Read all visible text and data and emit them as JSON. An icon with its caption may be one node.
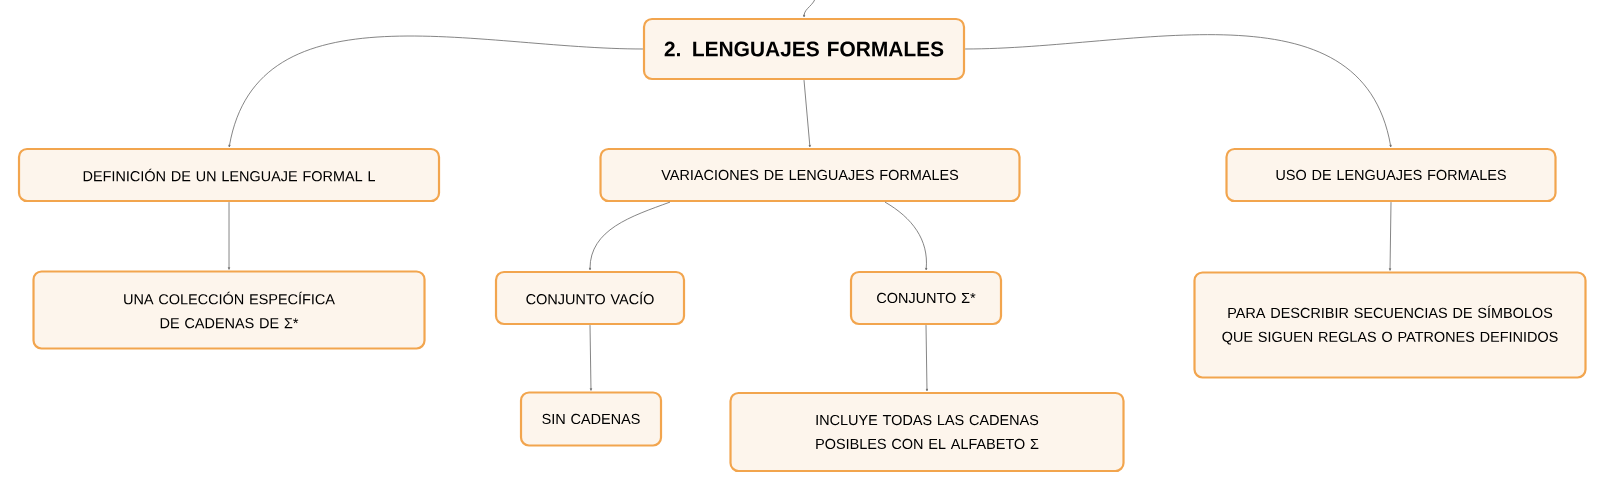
{
  "diagram": {
    "nodes": [
      {
        "text": [
          "2. LENGUAJES FORMALES"
        ]
      },
      {
        "text": [
          "DEFINICIÓN DE UN LENGUAJE FORMAL L"
        ]
      },
      {
        "text": [
          "VARIACIONES DE LENGUAJES FORMALES"
        ]
      },
      {
        "text": [
          "USO DE LENGUAJES FORMALES"
        ]
      },
      {
        "text": [
          "UNA COLECCIÓN ESPECÍFICA DE CADENAS DE Σ*"
        ]
      },
      {
        "text": [
          "CONJUNTO VACÍO"
        ]
      },
      {
        "text": [
          "CONJUNTO Σ*"
        ]
      },
      {
        "text": [
          "PARA DESCRIBIR SECUENCIAS DE SÍMBOLOS QUE SIGUEN REGLAS O PATRONES DEFINIDOS"
        ]
      },
      {
        "text": [
          "SIN CADENAS"
        ]
      },
      {
        "text": [
          "INCLUYE TODAS LAS CADENAS POSIBLES CON EL ALFABETO Σ"
        ]
      }
    ],
    "edges": [
      {
        "from": null,
        "to": 0,
        "arrow": "to"
      },
      {
        "from": 0,
        "to": 1,
        "arrow": "to"
      },
      {
        "from": 0,
        "to": 2,
        "arrow": "to"
      },
      {
        "from": 0,
        "to": 3,
        "arrow": "to"
      },
      {
        "from": 1,
        "to": 4,
        "arrow": "to"
      },
      {
        "from": 2,
        "to": 5,
        "arrow": "to"
      },
      {
        "from": 2,
        "to": 6,
        "arrow": "to"
      },
      {
        "from": 3,
        "to": 7,
        "arrow": "to"
      },
      {
        "from": 5,
        "to": 8,
        "arrow": "to"
      },
      {
        "from": 6,
        "to": 9,
        "arrow": "to"
      }
    ]
  }
}
